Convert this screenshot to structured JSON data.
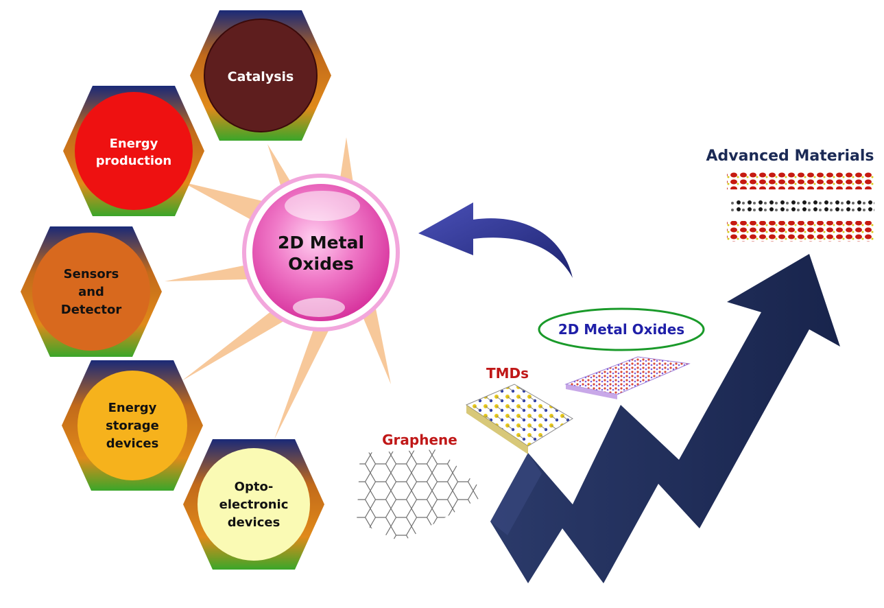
{
  "hub": {
    "line1": "2D Metal",
    "line2": "Oxides",
    "color": "#e23fa8"
  },
  "applications": [
    {
      "lines": [
        "Catalysis"
      ],
      "fill": "#5e1e1e",
      "text_color": "#ffffff"
    },
    {
      "lines": [
        "Energy",
        "production"
      ],
      "fill": "#ee1111",
      "text_color": "#ffffff"
    },
    {
      "lines": [
        "Sensors",
        "and",
        "Detector"
      ],
      "fill": "#d8691e",
      "text_color": "#111111"
    },
    {
      "lines": [
        "Energy",
        "storage",
        "devices"
      ],
      "fill": "#f6b21c",
      "text_color": "#111111"
    },
    {
      "lines": [
        "Opto-",
        "electronic",
        "devices"
      ],
      "fill": "#fafab4",
      "text_color": "#111111"
    }
  ],
  "progression": {
    "graphene": {
      "label": "Graphene",
      "color": "#c01818"
    },
    "tmds": {
      "label": "TMDs",
      "color": "#c01818"
    },
    "oxides": {
      "label": "2D Metal Oxides",
      "color": "#1f1fa8",
      "ring_color": "#1a9a2a"
    },
    "advanced": {
      "label": "Advanced Materials",
      "color": "#1b2a55"
    }
  },
  "colors": {
    "arrow": "#1f2a55",
    "curved_arrow": "#2a2f8f",
    "ray": "#f7c89a",
    "hex_top": "#1a2a78",
    "hex_mid": "#d9801a",
    "hex_bottom": "#3aa62a"
  }
}
